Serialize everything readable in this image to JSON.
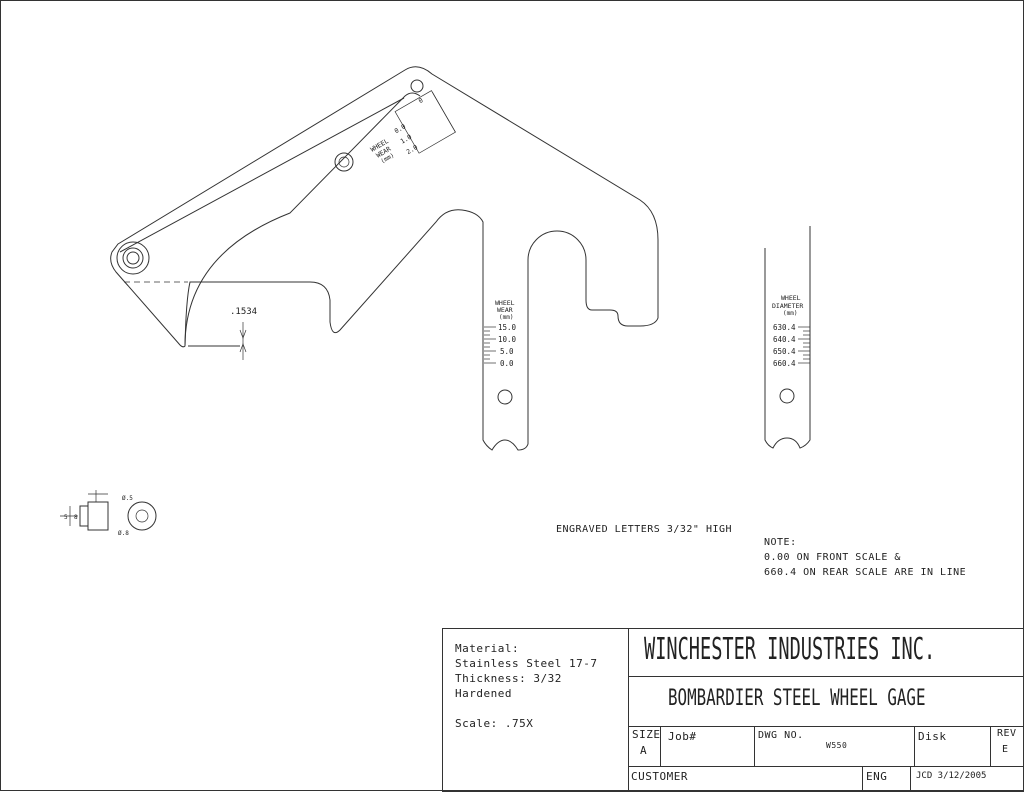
{
  "drawing": {
    "gage_main": {
      "dimension": ".1534",
      "top_scale": {
        "label_line1": "WHEEL",
        "label_line2": "WEAR",
        "label_line3": "(mm)",
        "ticks": [
          "0.0",
          "1.0",
          "2.0"
        ],
        "end": "0"
      },
      "front_scale": {
        "label_line1": "WHEEL",
        "label_line2": "WEAR",
        "label_line3": "(mm)",
        "ticks": [
          "15.0",
          "10.0",
          "5.0",
          "0.0"
        ]
      }
    },
    "rear_scale": {
      "label_line1": "WHEEL",
      "label_line2": "DIAMETER",
      "label_line3": "(mm)",
      "ticks": [
        "630.4",
        "640.4",
        "650.4",
        "660.4"
      ]
    },
    "detail_dims": {
      "d1": "5",
      "d2": "8",
      "circle_a": "Ø.5",
      "circle_b": "Ø.8"
    }
  },
  "notes": {
    "engraved": "ENGRAVED LETTERS 3/32\" HIGH",
    "note_title": "NOTE:",
    "note_line1": "0.00 ON FRONT SCALE &",
    "note_line2": "660.4 ON REAR SCALE ARE IN LINE"
  },
  "title_block": {
    "material_label": "Material:",
    "material_value": "Stainless Steel 17-7",
    "thickness": "Thickness: 3/32",
    "hardened": "Hardened",
    "scale": "Scale: .75X",
    "company": "WINCHESTER INDUSTRIES INC.",
    "title": "BOMBARDIER STEEL WHEEL GAGE",
    "size_label": "SIZE",
    "size_value": "A",
    "job_label": "Job#",
    "dwg_label": "DWG NO.",
    "dwg_value": "W550",
    "disk_label": "Disk",
    "rev_label": "REV",
    "rev_value": "E",
    "customer_label": "CUSTOMER",
    "eng_label": "ENG",
    "eng_value": "JCD 3/12/2005"
  }
}
